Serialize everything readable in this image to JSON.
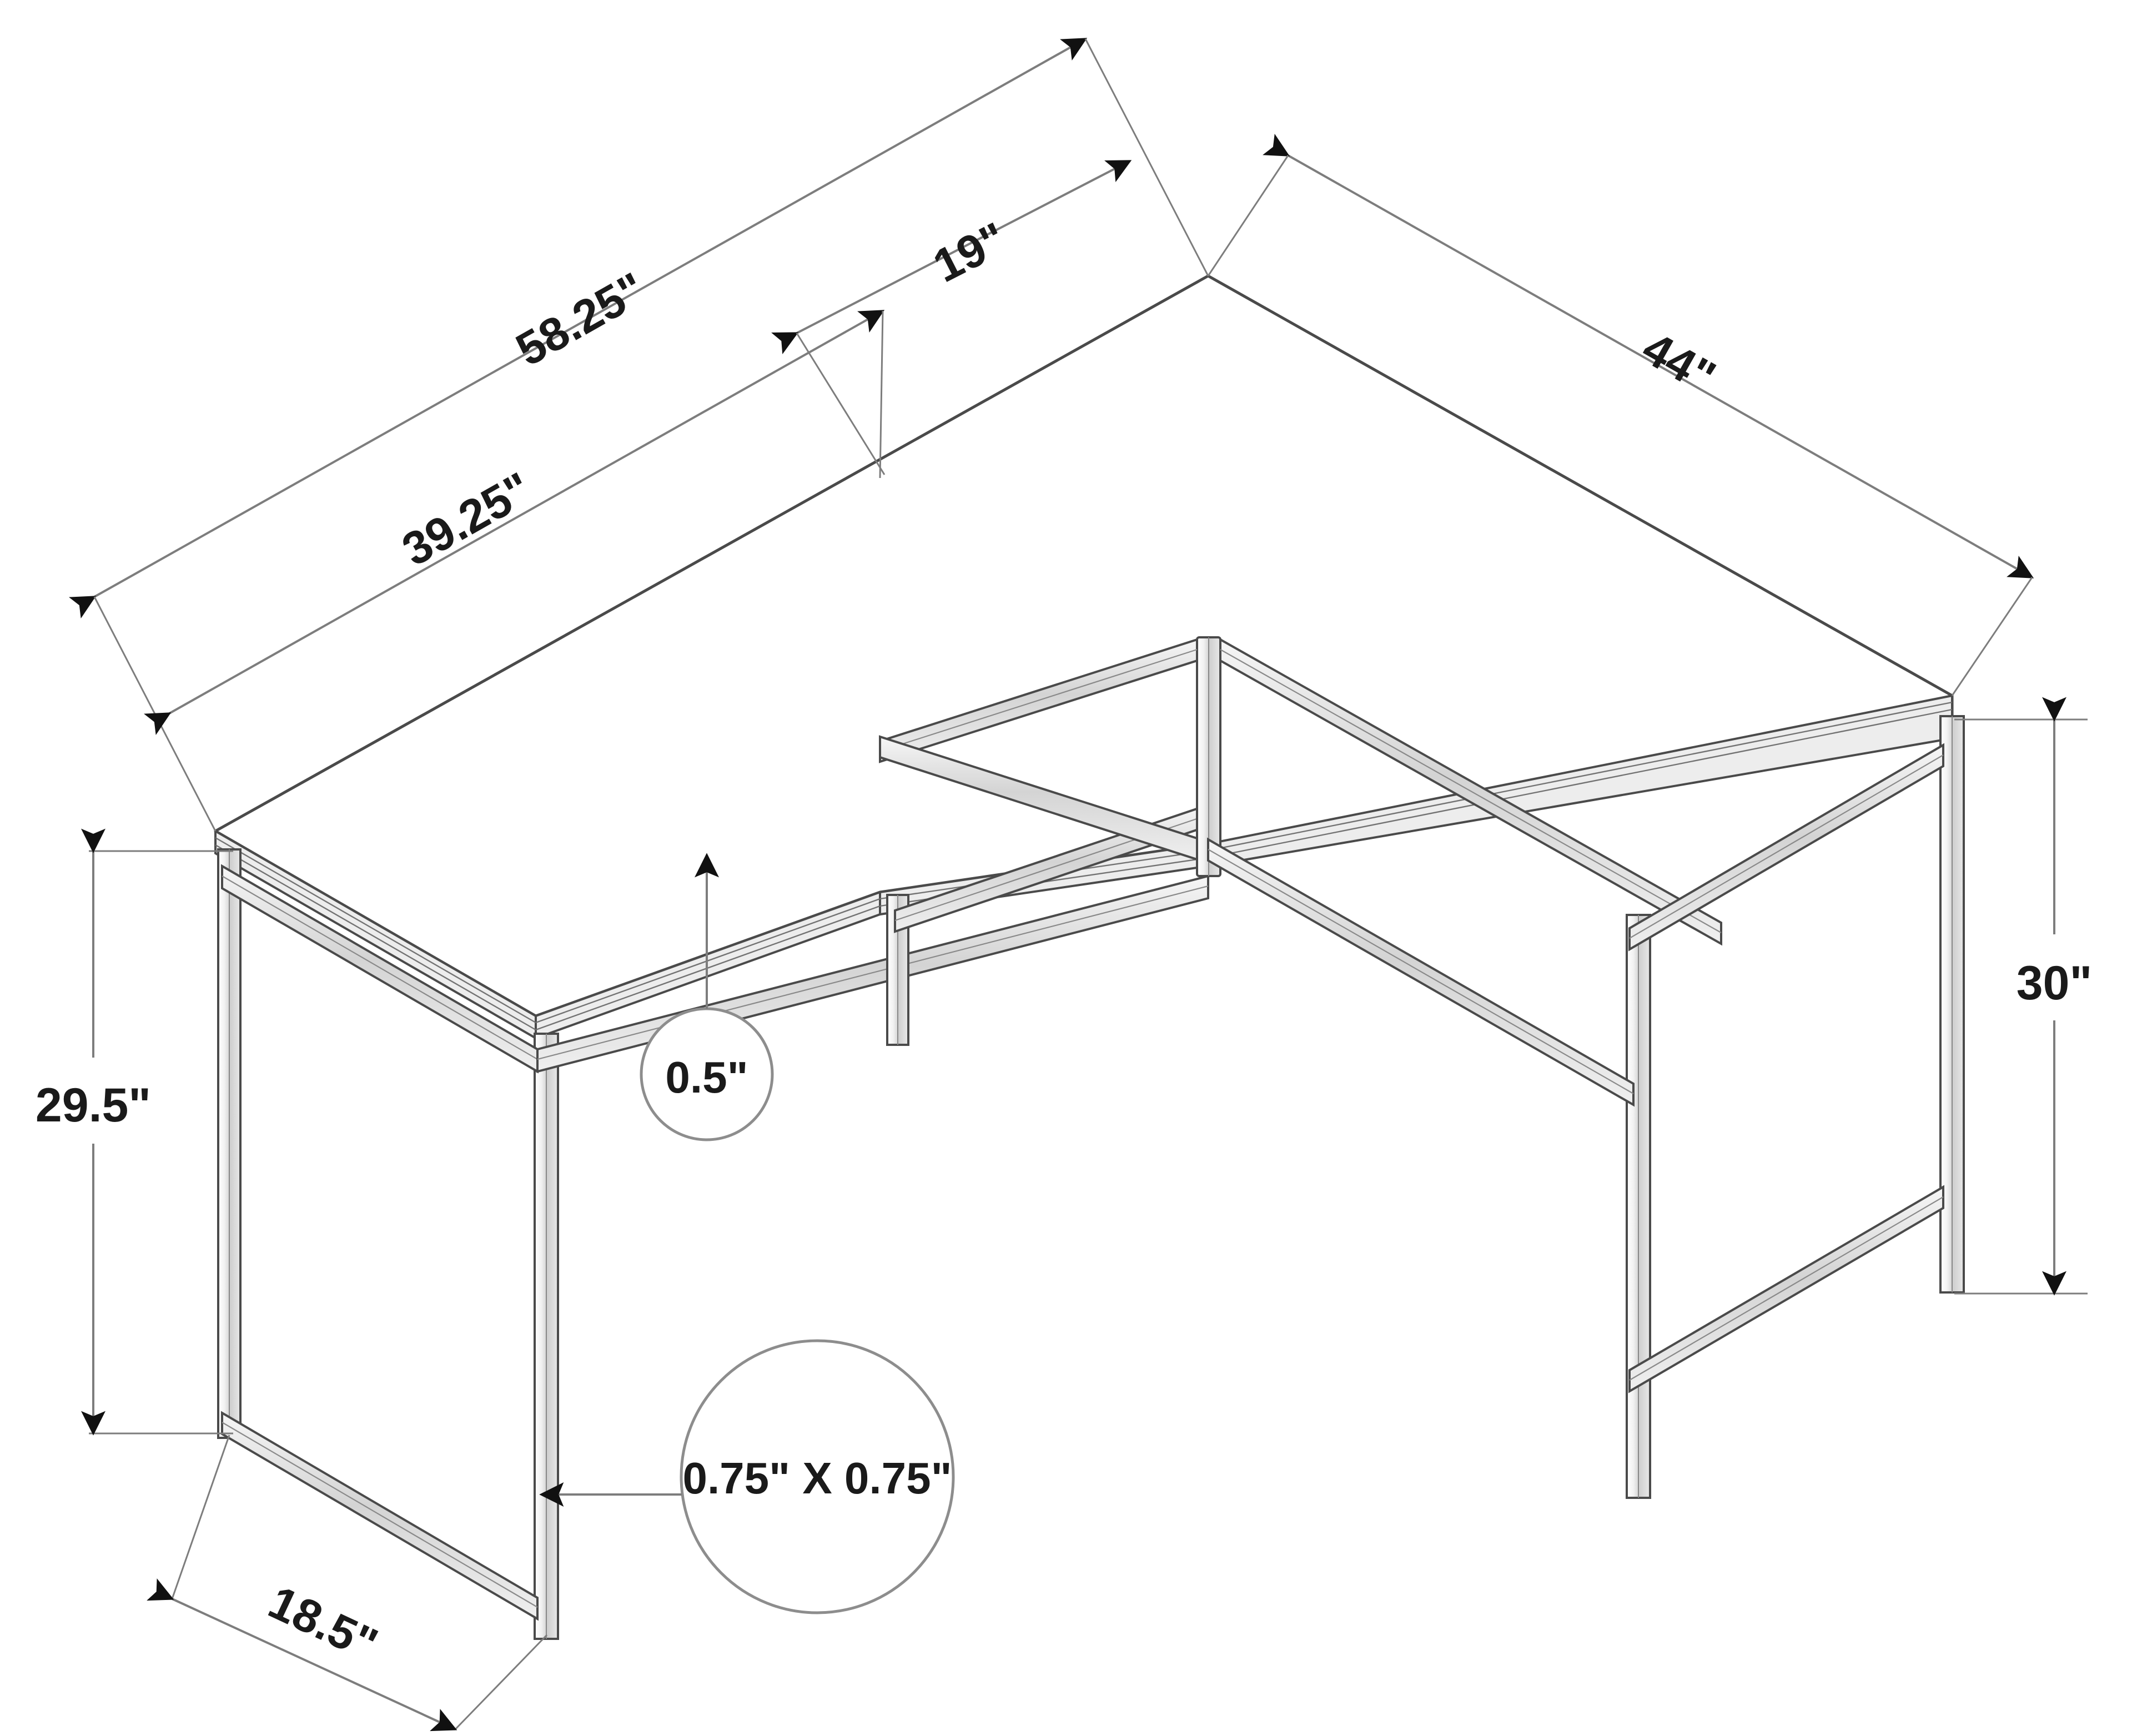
{
  "drawing": {
    "title": "L-Shaped Corner Computer Desk Dimension Diagram",
    "units": "inches",
    "line_color": "#555555",
    "text_color": "#1a1a1a",
    "background": "#ffffff"
  },
  "dimensions": {
    "overall_left_wing_length": "58.25\"",
    "left_wing_top_length": "39.25\"",
    "corner_segment": "19\"",
    "right_wing_length": "44\"",
    "left_leg_height": "29.5\"",
    "right_leg_height": "30\"",
    "left_wing_depth": "18.5\"",
    "tabletop_thickness": "0.5\"",
    "tube_profile": "0.75\" X 0.75\""
  },
  "labels": [
    {
      "id": "len-58-25",
      "text": "58.25\"",
      "name": "dimension-label-58-25"
    },
    {
      "id": "len-39-25",
      "text": "39.25\"",
      "name": "dimension-label-39-25"
    },
    {
      "id": "len-19",
      "text": "19\"",
      "name": "dimension-label-19"
    },
    {
      "id": "len-44",
      "text": "44\"",
      "name": "dimension-label-44"
    },
    {
      "id": "h-29-5",
      "text": "29.5\"",
      "name": "dimension-label-29-5"
    },
    {
      "id": "h-30",
      "text": "30\"",
      "name": "dimension-label-30"
    },
    {
      "id": "d-18-5",
      "text": "18.5\"",
      "name": "dimension-label-18-5"
    },
    {
      "id": "t-0-5",
      "text": "0.5\"",
      "name": "callout-label-thickness"
    },
    {
      "id": "p-0-75",
      "text": "0.75\" X 0.75\"",
      "name": "callout-label-tube-profile"
    }
  ],
  "callouts": {
    "thickness": {
      "value": "0.5\"",
      "target": "tabletop-edge"
    },
    "tube": {
      "value": "0.75\" X 0.75\"",
      "target": "front-leg"
    }
  },
  "product": {
    "type": "L-shaped desk",
    "top_color": "#ffffff",
    "frame_color": "#c9c9c9"
  }
}
